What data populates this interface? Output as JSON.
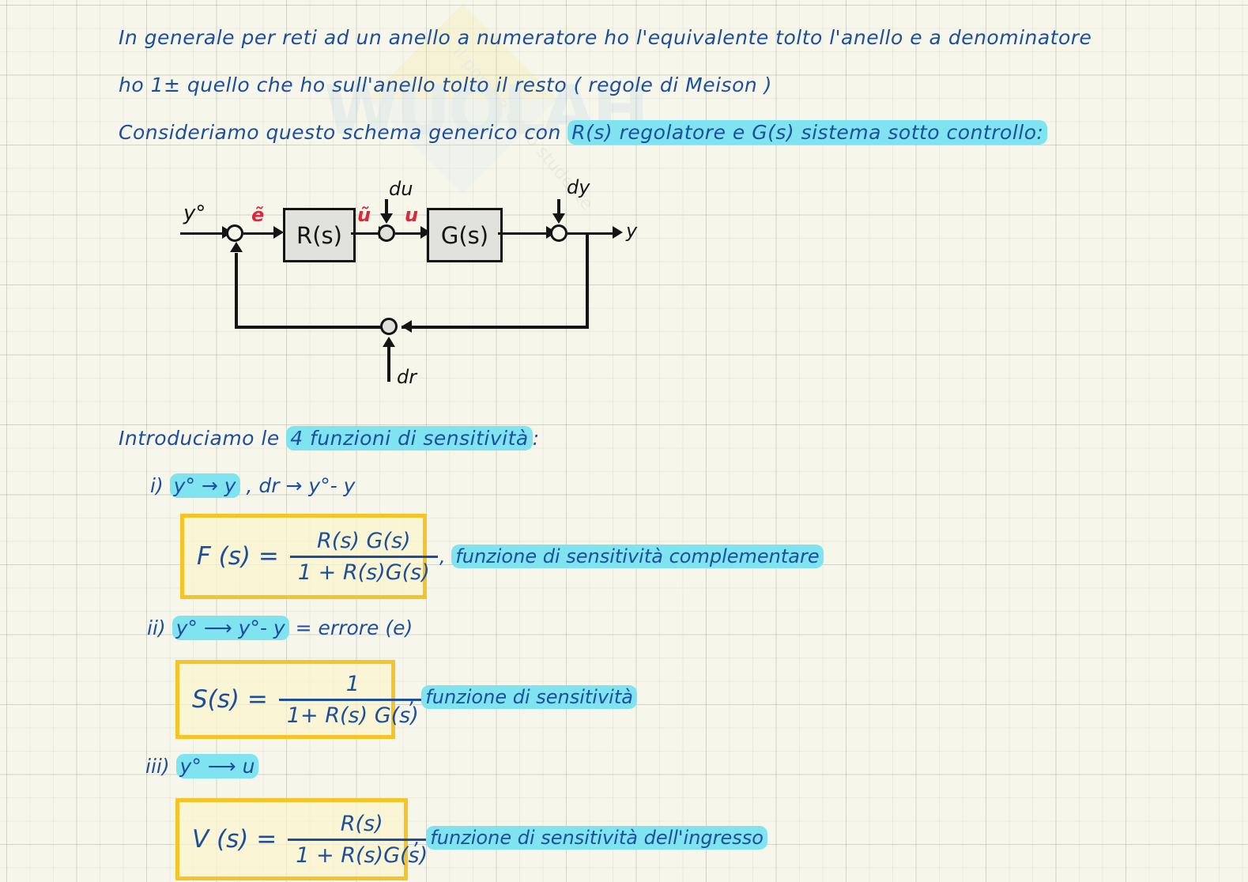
{
  "page": {
    "background_color": "#f6f6ea",
    "grid_color": "#96a096",
    "ink_color": "#1d4e9c",
    "highlight_color": "#7fe3f0",
    "box_border_color": "#f5c426",
    "box_fill_color": "#faf4cd",
    "red_ink_color": "#e0263c",
    "diagram_ink_color": "#141414"
  },
  "watermark": {
    "text": "WUOLAH",
    "subtitle": "il portale dello studente"
  },
  "paragraph": {
    "line1": "In  generale  per  reti  ad  un  anello  a   numeratore  ho  l'equivalente  tolto  l'anello  e  a  denominatore",
    "line2": "ho    1±  quello  che  ho  sull'anello tolto il  resto ( regole  di  Meison )",
    "line3_plain": "Consideriamo   questo  schema  generico  con ",
    "line3_highlight": "R(s) regolatore  e  G(s) sistema sotto controllo:"
  },
  "diagram": {
    "input_label": "y°",
    "error_label": "ẽ",
    "regulator_label": "R(s)",
    "utilde_label": "ũ",
    "du_label": "du",
    "u_label": "u",
    "plant_label": "G(s)",
    "dy_label": "dy",
    "output_label": "y",
    "dr_label": "dr"
  },
  "intro": {
    "plain": "Introduciamo  le ",
    "highlight": "4 funzioni  di   sensitività",
    "colon": ":"
  },
  "sections": [
    {
      "index": "i)",
      "map_highlight": "y° → y",
      "map_rest": " ,  dr → y°- y",
      "formula": {
        "lhs": "F (s) =",
        "numerator": "R(s) G(s)",
        "denominator": "1 + R(s)G(s)"
      },
      "note_comma": ",",
      "note_highlight": "funzione di sensitività complementare"
    },
    {
      "index": "ii)",
      "map_highlight": "y°  ⟶  y°- y",
      "map_rest": " = errore (e)",
      "formula": {
        "lhs": "S(s) =",
        "numerator": "1",
        "denominator": "1+ R(s) G(s)"
      },
      "note_comma": ",",
      "note_highlight": "funzione  di  sensitività"
    },
    {
      "index": "iii)",
      "map_highlight": "y° ⟶ u",
      "map_rest": "",
      "formula": {
        "lhs": "V (s) =",
        "numerator": "R(s)",
        "denominator": "1 + R(s)G(s)"
      },
      "note_comma": ",",
      "note_highlight": "funzione di sensitività dell'ingresso"
    }
  ]
}
